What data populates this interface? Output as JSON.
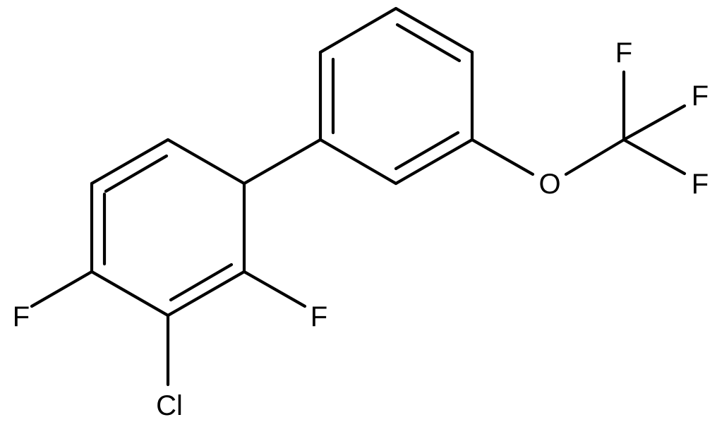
{
  "molecule": {
    "atoms": {
      "f_upper_ring": "F",
      "f_lower_ring_left": "F",
      "chlorine": "Cl",
      "oxygen": "O",
      "f_cf3_top": "F",
      "f_cf3_mid": "F",
      "f_cf3_bottom": "F"
    }
  },
  "colors": {
    "bonds": "#000000",
    "labels": "#000000",
    "background": "#ffffff"
  }
}
